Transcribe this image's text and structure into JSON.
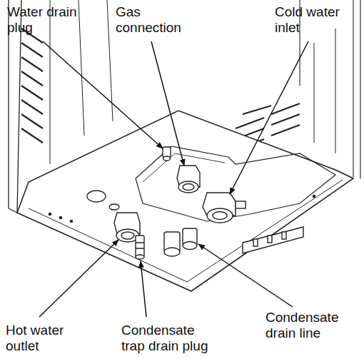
{
  "diagram": {
    "labels": [
      "Water drain plug",
      "Gas connection",
      "Cold water inlet",
      "Hot water outlet",
      "Condensate trap drain plug",
      "Condensate drain line"
    ]
  }
}
